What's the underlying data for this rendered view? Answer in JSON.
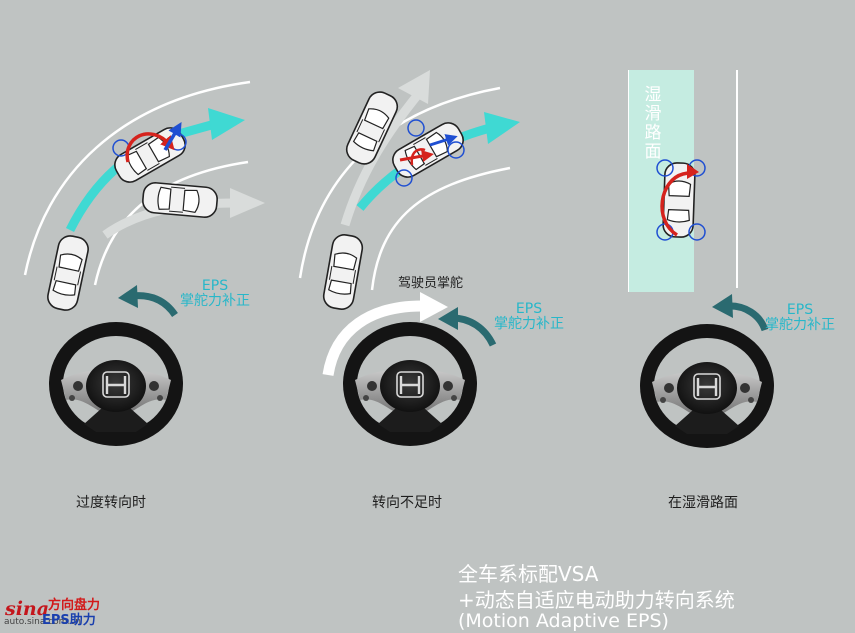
{
  "panels": [
    {
      "caption": "过度转向时",
      "eps_line1": "EPS",
      "eps_line2": "掌舵力补正"
    },
    {
      "caption": "转向不足时",
      "eps_line1": "EPS",
      "eps_line2": "掌舵力补正",
      "driver_label": "驾驶员掌舵"
    },
    {
      "caption": "在湿滑路面",
      "eps_line1": "EPS",
      "eps_line2": "掌舵力补正",
      "wet_label": "湿滑路面"
    }
  ],
  "title": {
    "line1": "全车系标配VSA",
    "line2": "+动态自适应电动助力转向系统",
    "line3": "(Motion Adaptive EPS)"
  },
  "legend": {
    "steering_force": "方向盘力",
    "eps_assist": "EPS助力"
  },
  "logo": {
    "brand": "sina",
    "url": "auto.sina.com.cn"
  },
  "colors": {
    "cyan": "#3fd9d3",
    "red": "#d5231d",
    "blue": "#1f4fd2",
    "wet_area": "#c5ece1"
  }
}
